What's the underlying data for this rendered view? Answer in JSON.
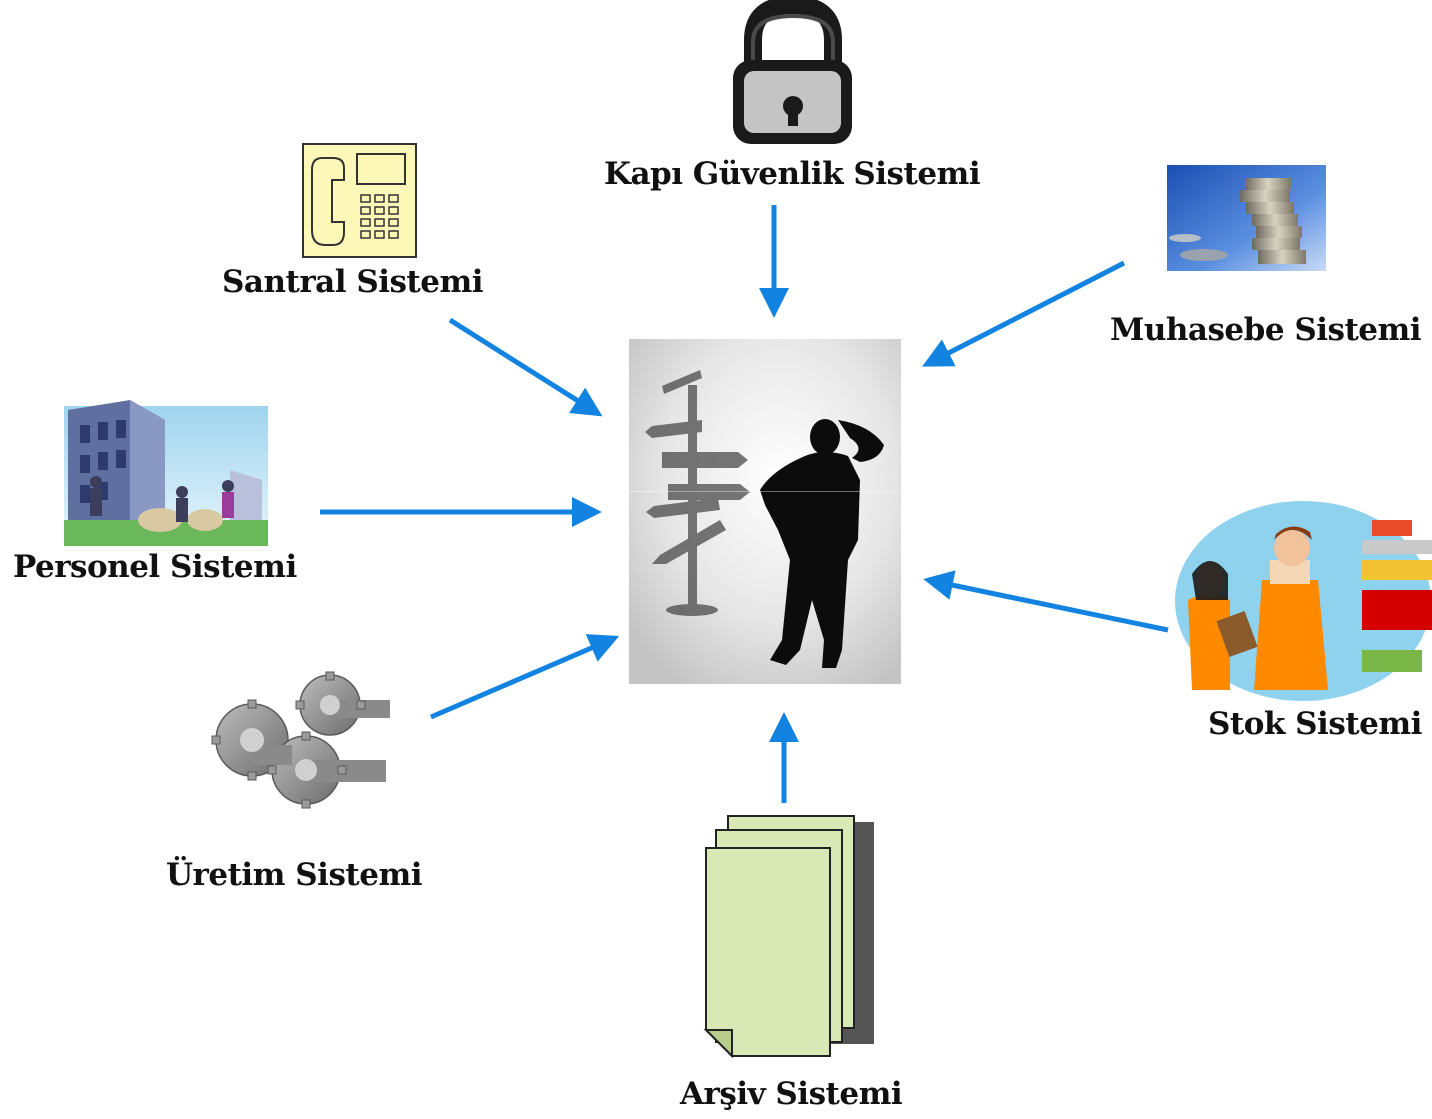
{
  "nodes": {
    "kapi": "Kapı Güvenlik Sistemi",
    "santral": "Santral Sistemi",
    "muhasebe": "Muhasebe Sistemi",
    "personel": "Personel Sistemi",
    "stok": "Stok Sistemi",
    "uretim": "Üretim Sistemi",
    "arsiv": "Arşiv Sistemi"
  },
  "colors": {
    "arrow": "#1283e0",
    "padlock": "#1a1a1a",
    "coins_bg": "#2f6ccc",
    "documents": "#d9e9b5",
    "phone_bg": "#fdf8b8"
  },
  "icons": {
    "center": "decision-signpost-man-icon",
    "kapi": "padlock-icon",
    "santral": "telephone-icon",
    "muhasebe": "coins-icon",
    "personel": "office-building-workers-icon",
    "stok": "store-workers-icon",
    "uretim": "gears-icon",
    "arsiv": "documents-stack-icon"
  }
}
